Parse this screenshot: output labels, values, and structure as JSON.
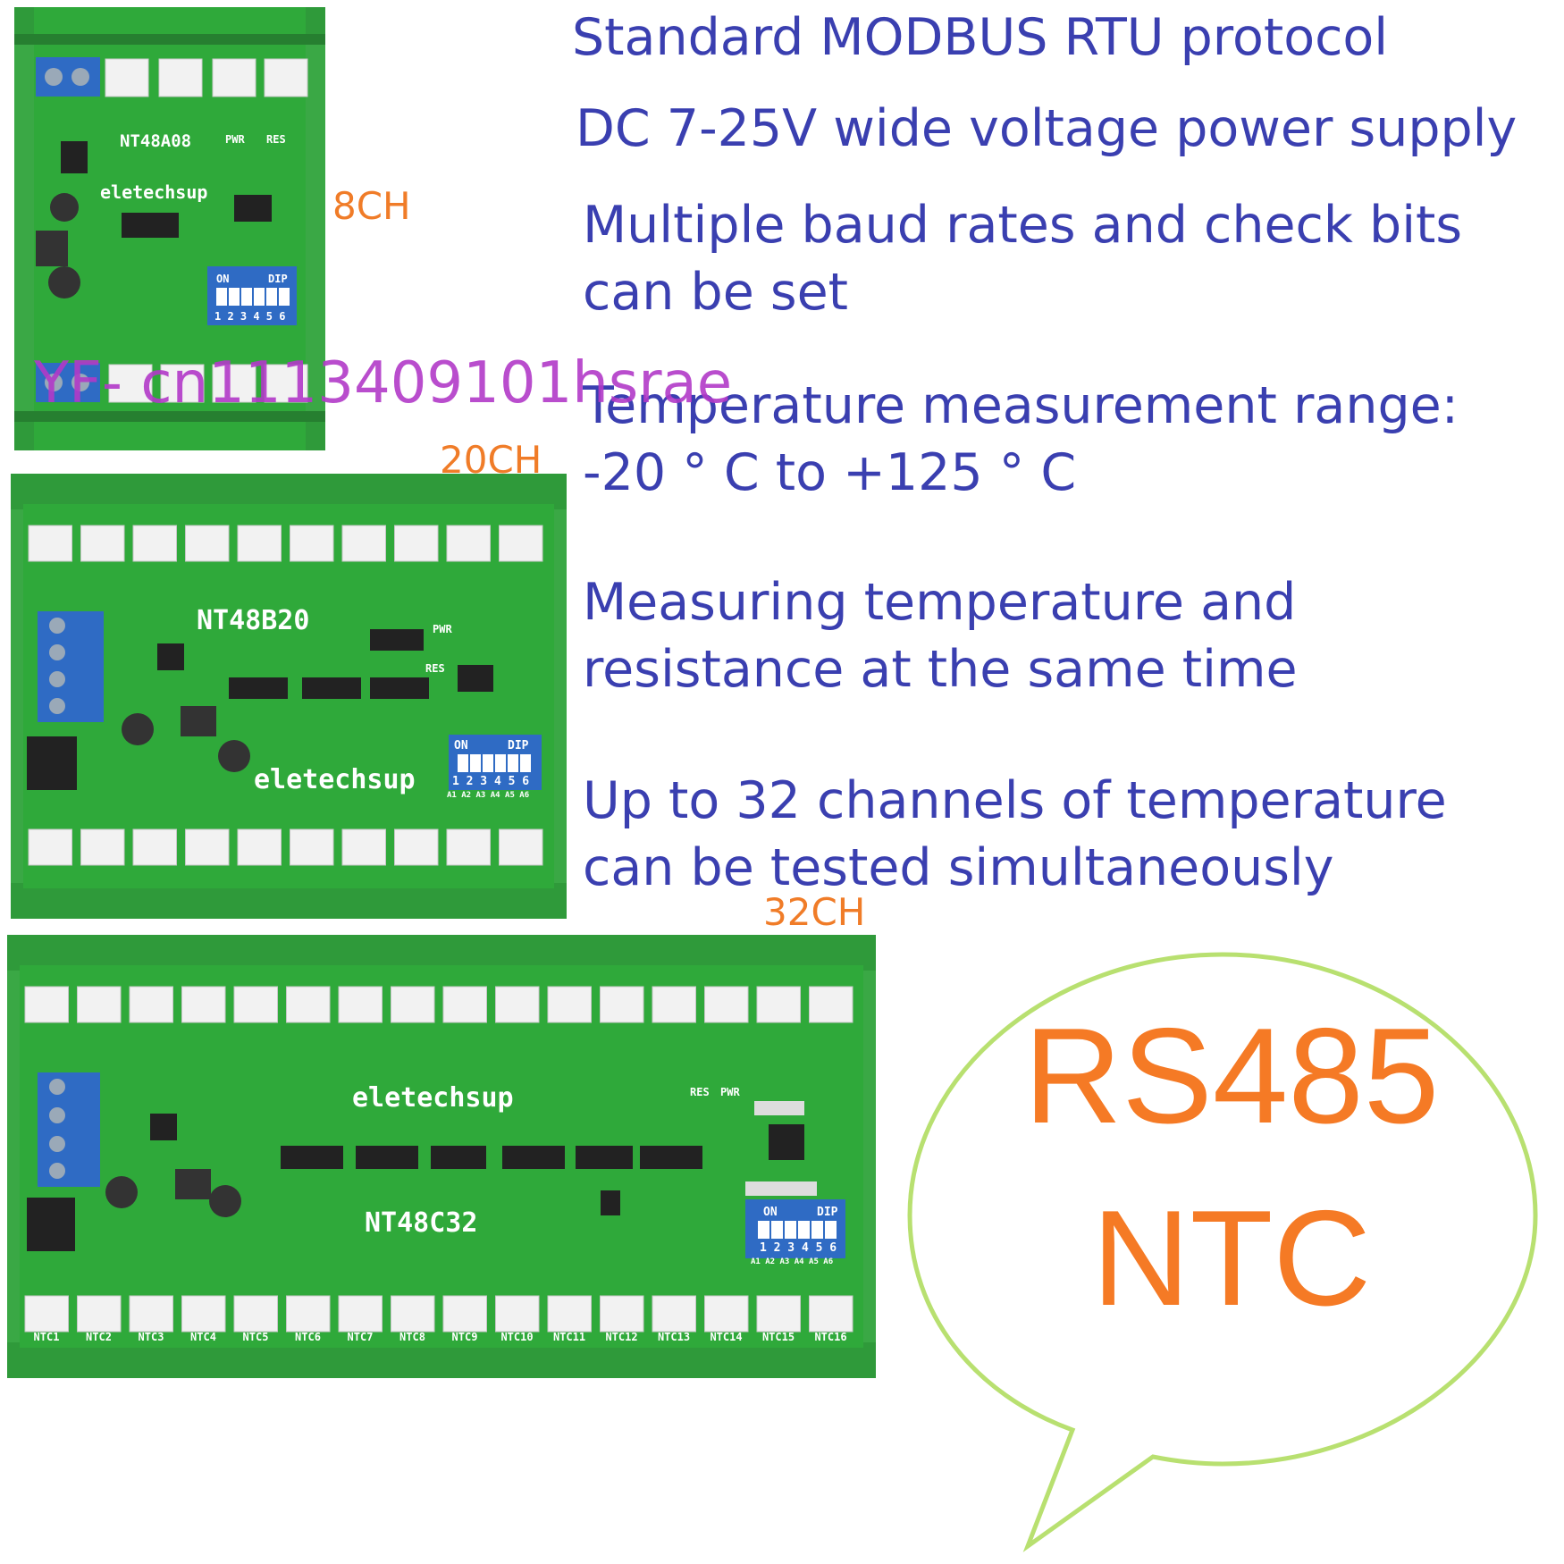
{
  "features": [
    {
      "lines": [
        "Standard MODBUS RTU protocol"
      ]
    },
    {
      "lines": [
        "DC 7-25V wide voltage power supply"
      ]
    },
    {
      "lines": [
        "Multiple baud rates and check bits",
        "can be set"
      ]
    },
    {
      "lines": [
        "Temperature measurement range:",
        "-20 ° C to +125 ° C"
      ]
    },
    {
      "lines": [
        "Measuring temperature and",
        "resistance at the same time"
      ]
    },
    {
      "lines": [
        "Up to 32 channels of temperature",
        "can be tested simultaneously"
      ]
    }
  ],
  "boards": [
    {
      "model": "NT48A08",
      "brand": "eletechsup",
      "channels_label": "8CH"
    },
    {
      "model": "NT48B20",
      "brand": "eletechsup",
      "channels_label": "20CH"
    },
    {
      "model": "NT48C32",
      "brand": "eletechsup",
      "channels_label": "32CH"
    }
  ],
  "silkscreen": {
    "pwr": "PWR",
    "res": "RES",
    "dip_on": "ON",
    "dip_label": "DIP",
    "dip_numbers": "1 2 3 4 5 6",
    "dip_address": "A1 A2 A3 A4 A5 A6"
  },
  "bottom_labels_32": [
    "NTC1",
    "NTC2",
    "NTC3",
    "NTC4",
    "NTC5",
    "NTC6",
    "NTC7",
    "NTC8",
    "NTC9",
    "NTC10",
    "NTC11",
    "NTC12",
    "NTC13",
    "NTC14",
    "NTC15",
    "NTC16"
  ],
  "watermark": "YF- cn1113409101hsrae",
  "bubble": {
    "line1": "RS485",
    "line2": "NTC"
  },
  "colors": {
    "pcb": "#2fa93a",
    "rail": "#3aa845",
    "feature_text": "#3a3fb0",
    "accent": "#f07c28",
    "terminal": "#2f6bc4"
  }
}
